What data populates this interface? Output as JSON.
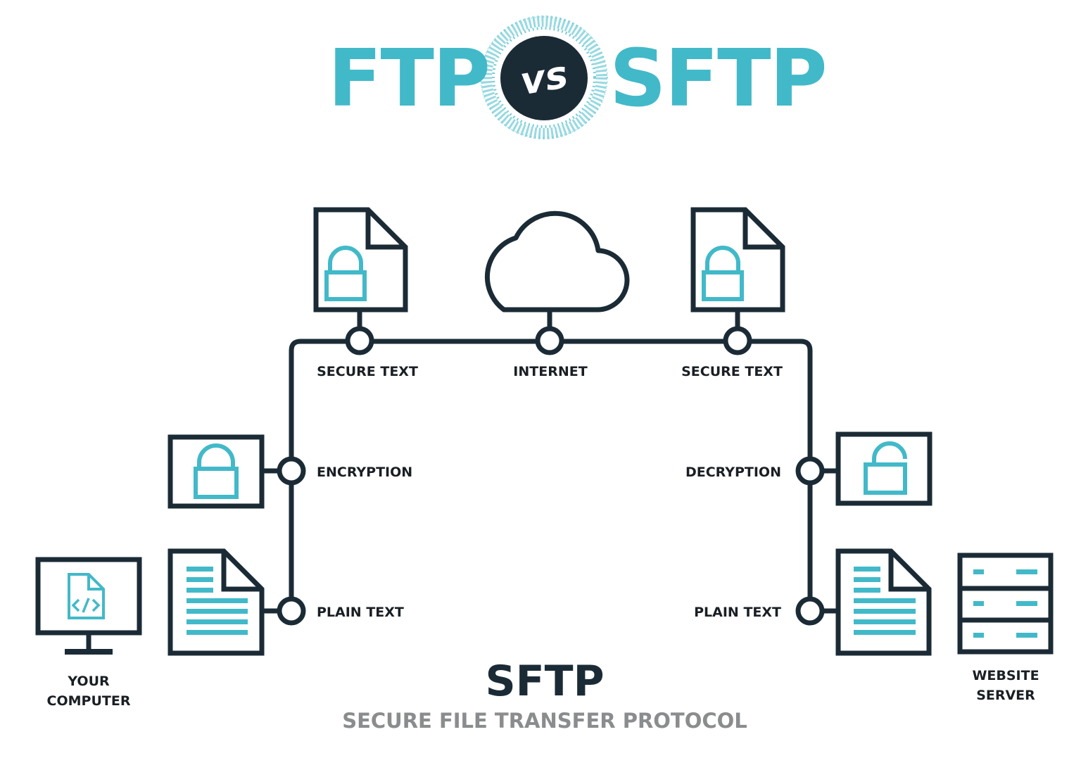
{
  "header": {
    "left_title": "FTP",
    "vs_label": "vs",
    "right_title": "SFTP"
  },
  "colors": {
    "accent": "#42b9c9",
    "dark": "#1b2b36",
    "subtitle_gray": "#8a8c8e"
  },
  "nodes": {
    "secure_text_left": {
      "label": "SECURE TEXT",
      "icon": "locked-document-icon"
    },
    "internet": {
      "label": "INTERNET",
      "icon": "cloud-icon"
    },
    "secure_text_right": {
      "label": "SECURE TEXT",
      "icon": "locked-document-icon"
    },
    "encryption": {
      "label": "ENCRYPTION",
      "icon": "closed-lock-icon"
    },
    "decryption": {
      "label": "DECRYPTION",
      "icon": "open-lock-icon"
    },
    "plain_text_left": {
      "label": "PLAIN TEXT",
      "icon": "text-document-icon"
    },
    "plain_text_right": {
      "label": "PLAIN TEXT",
      "icon": "text-document-icon"
    },
    "your_computer": {
      "line1": "YOUR",
      "line2": "COMPUTER",
      "icon": "computer-code-icon"
    },
    "website_server": {
      "line1": "WEBSITE",
      "line2": "SERVER",
      "icon": "server-rack-icon"
    }
  },
  "footer": {
    "acronym": "SFTP",
    "full_name": "SECURE FILE TRANSFER PROTOCOL"
  }
}
